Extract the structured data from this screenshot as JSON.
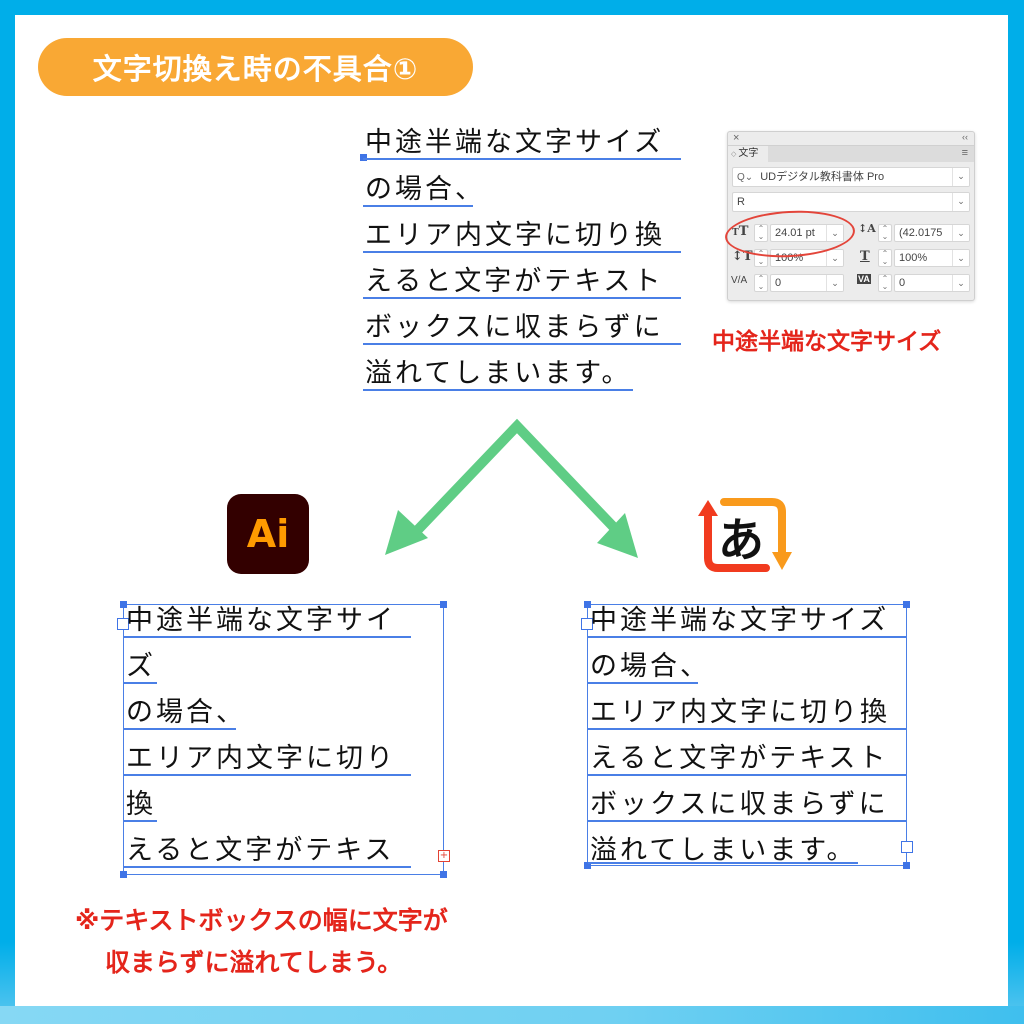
{
  "title": "文字切換え時の不具合①",
  "colors": {
    "frame_blue": "#00aee9",
    "title_orange": "#f9a834",
    "arrow_green": "#5fcd85",
    "guide_blue": "#4a7fe6",
    "alert_red": "#e4251b",
    "ai_logo_bg": "#330000",
    "ai_logo_fg": "#ff9a00"
  },
  "original_text": {
    "lines": [
      "中途半端な文字サイズ",
      "の場合、",
      "エリア内文字に切り換",
      "えると文字がテキスト",
      "ボックスに収まらずに",
      "溢れてしまいます。"
    ]
  },
  "character_panel": {
    "tab_label": "文字",
    "close_icon": "×",
    "collapse_icon": "‹‹",
    "menu_icon": "≡",
    "font_family": "UDデジタル教科書体 Pro",
    "font_style": "R",
    "font_size": "24.01 pt",
    "leading": "(42.0175",
    "vertical_scale": "100%",
    "horizontal_scale": "100%",
    "kerning": "0",
    "tracking": "0",
    "search_icon": "Q⌄",
    "dropdown_icon": "⌄",
    "spinner_icon": "⌃⌄"
  },
  "panel_caption": "中途半端な文字サイズ",
  "left_result": {
    "logo_text": "Ai",
    "lines": [
      "中途半端な文字サイ",
      "ズ",
      "の場合、",
      "エリア内文字に切り",
      "換",
      "えると文字がテキス"
    ],
    "overflow_icon": "+"
  },
  "right_result": {
    "logo_text": "あ",
    "lines": [
      "中途半端な文字サイズ",
      "の場合、",
      "エリア内文字に切り換",
      "えると文字がテキスト",
      "ボックスに収まらずに",
      "溢れてしまいます。"
    ]
  },
  "note": {
    "line1": "※テキストボックスの幅に文字が",
    "line2": "収まらずに溢れてしまう。"
  }
}
